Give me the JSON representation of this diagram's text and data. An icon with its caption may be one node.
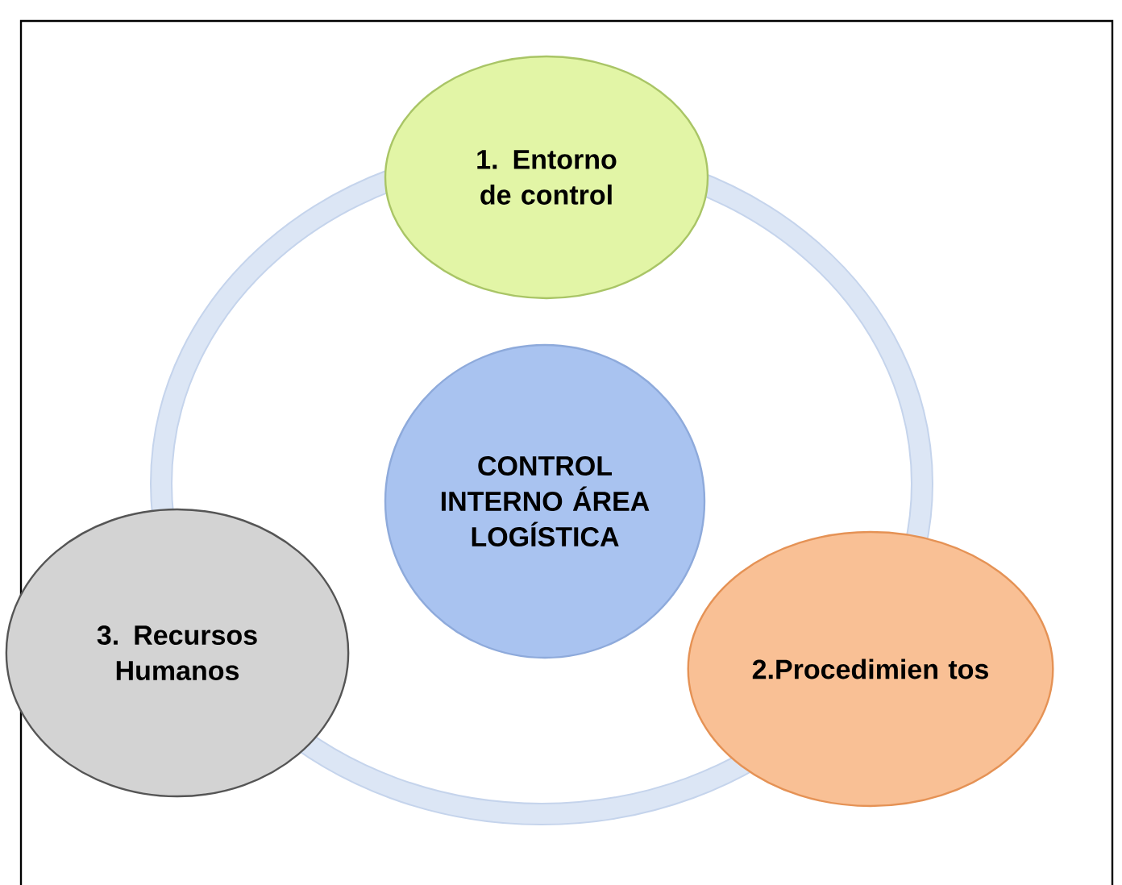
{
  "diagram": {
    "nodes": [
      {
        "text": [
          "CONTROL INTERNO ÁREA LOGÍSTICA"
        ]
      },
      {
        "text": [
          "1. Entorno de control"
        ]
      },
      {
        "text": [
          "2.Procedimien tos"
        ]
      },
      {
        "text": [
          "3. Recursos Humanos"
        ]
      }
    ]
  }
}
